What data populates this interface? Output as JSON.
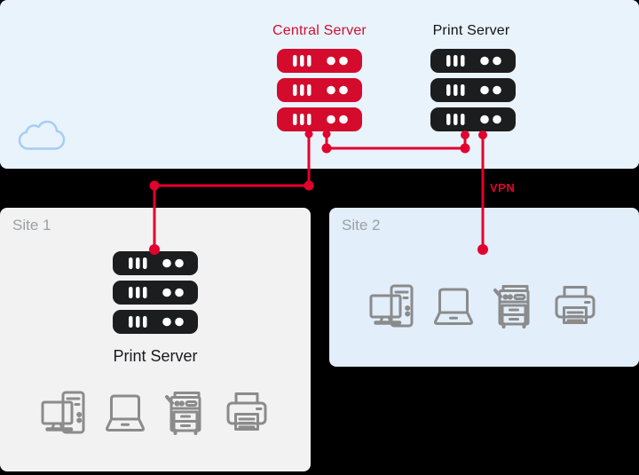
{
  "cloud_zone": {
    "central_server_label": "Central Server",
    "print_server_label": "Print Server"
  },
  "vpn_label": "VPN",
  "site1": {
    "title": "Site 1",
    "print_server_label": "Print Server",
    "devices": [
      "desktop",
      "laptop",
      "copier",
      "printer"
    ]
  },
  "site2": {
    "title": "Site 2",
    "devices": [
      "desktop",
      "laptop",
      "copier",
      "printer"
    ]
  },
  "colors": {
    "background": "#000000",
    "cloud_band_bg": "#E9F3FC",
    "site1_bg": "#F2F2F3",
    "site2_bg": "#E2EEFA",
    "central_server_red": "#D40B2D",
    "server_black": "#1C1D1F",
    "connection_red": "#E1022E",
    "icon_gray": "#8B8B8B",
    "site_title_gray": "#9DA0A3",
    "cloud_stroke": "#A6CDF2"
  }
}
